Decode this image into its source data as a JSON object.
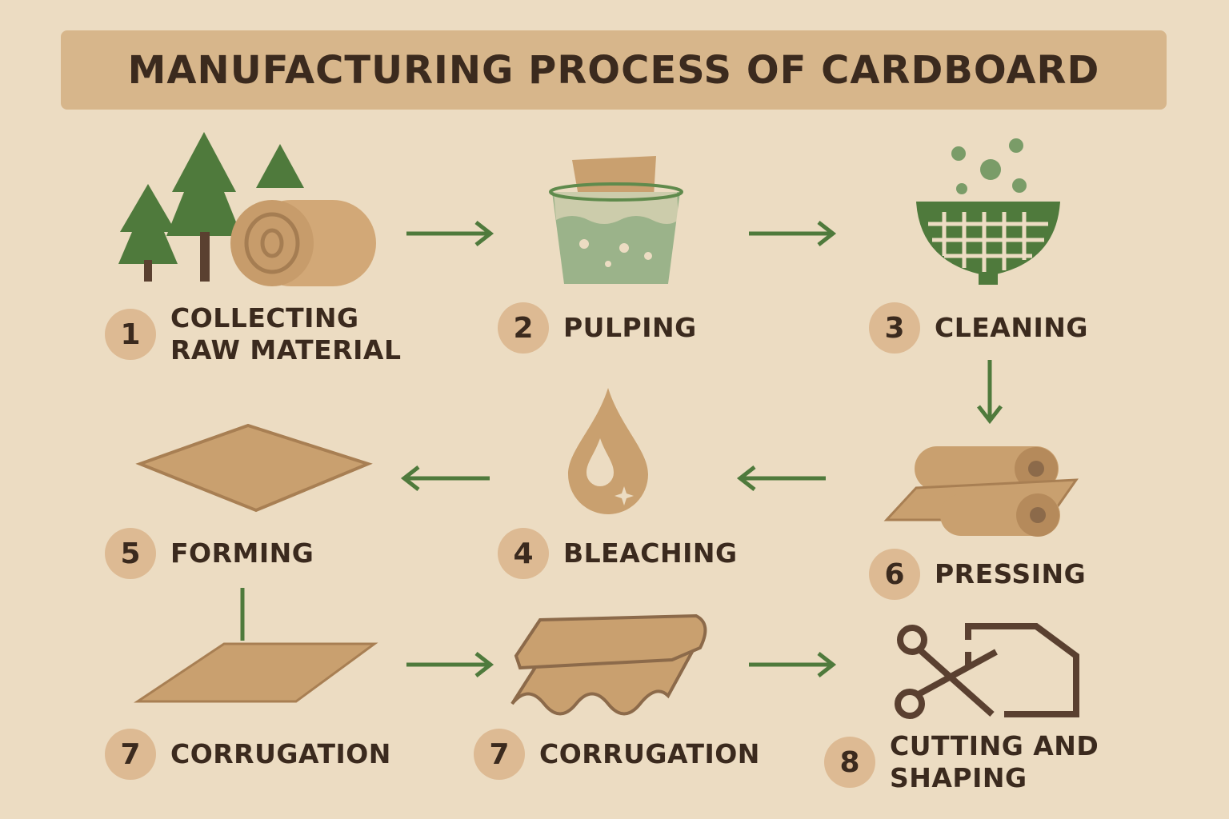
{
  "title": "MANUFACTURING PROCESS OF CARDBOARD",
  "colors": {
    "background": "#ecdcc2",
    "title_bar": "#d7b68b",
    "text": "#3b2a1e",
    "badge": "#ddba93",
    "green": "#4f7a3c",
    "cardboard": "#c9a06f",
    "brown": "#8c6a4a"
  },
  "steps": [
    {
      "number": "1",
      "line1": "COLLECTING",
      "line2": "RAW MATERIAL",
      "icon": "trees-log-icon"
    },
    {
      "number": "2",
      "line1": "PULPING",
      "icon": "pulp-basin-icon"
    },
    {
      "number": "3",
      "line1": "CLEANING",
      "icon": "strainer-icon"
    },
    {
      "number": "5",
      "line1": "FORMING",
      "icon": "sheet-icon"
    },
    {
      "number": "4",
      "line1": "BLEACHING",
      "icon": "droplet-icon"
    },
    {
      "number": "6",
      "line1": "PRESSING",
      "icon": "rollers-icon"
    },
    {
      "number": "7",
      "line1": "CORRUGATION",
      "icon": "flat-sheet-icon"
    },
    {
      "number": "7",
      "line1": "CORRUGATION",
      "icon": "corrugated-board-icon"
    },
    {
      "number": "8",
      "line1": "CUTTING AND",
      "line2": "SHAPING",
      "icon": "scissors-box-icon"
    }
  ]
}
